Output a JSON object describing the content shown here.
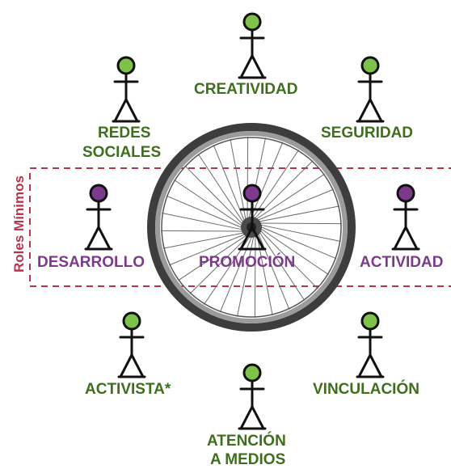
{
  "side_label": "Roles Mínimos",
  "colors": {
    "green_head": "#7fc24a",
    "purple_head": "#7d3a8c",
    "green_text": "#3f6e1e",
    "purple_text": "#7d3a8c",
    "dashed_box": "#b5364a"
  },
  "roles": {
    "creatividad": "CREATIVIDAD",
    "redes_line1": "REDES",
    "redes_line2": "SOCIALES",
    "seguridad": "SEGURIDAD",
    "desarrollo": "DESARROLLO",
    "promocion": "PROMOCIÓN",
    "actividad": "ACTIVIDAD",
    "activista": "ACTIVISTA*",
    "vinculacion": "VINCULACIÓN",
    "atencion_line1": "ATENCIÓN",
    "atencion_line2": "A MEDIOS"
  },
  "icons": {
    "figure": "stick-figure-icon",
    "wheel": "bicycle-wheel-icon"
  }
}
